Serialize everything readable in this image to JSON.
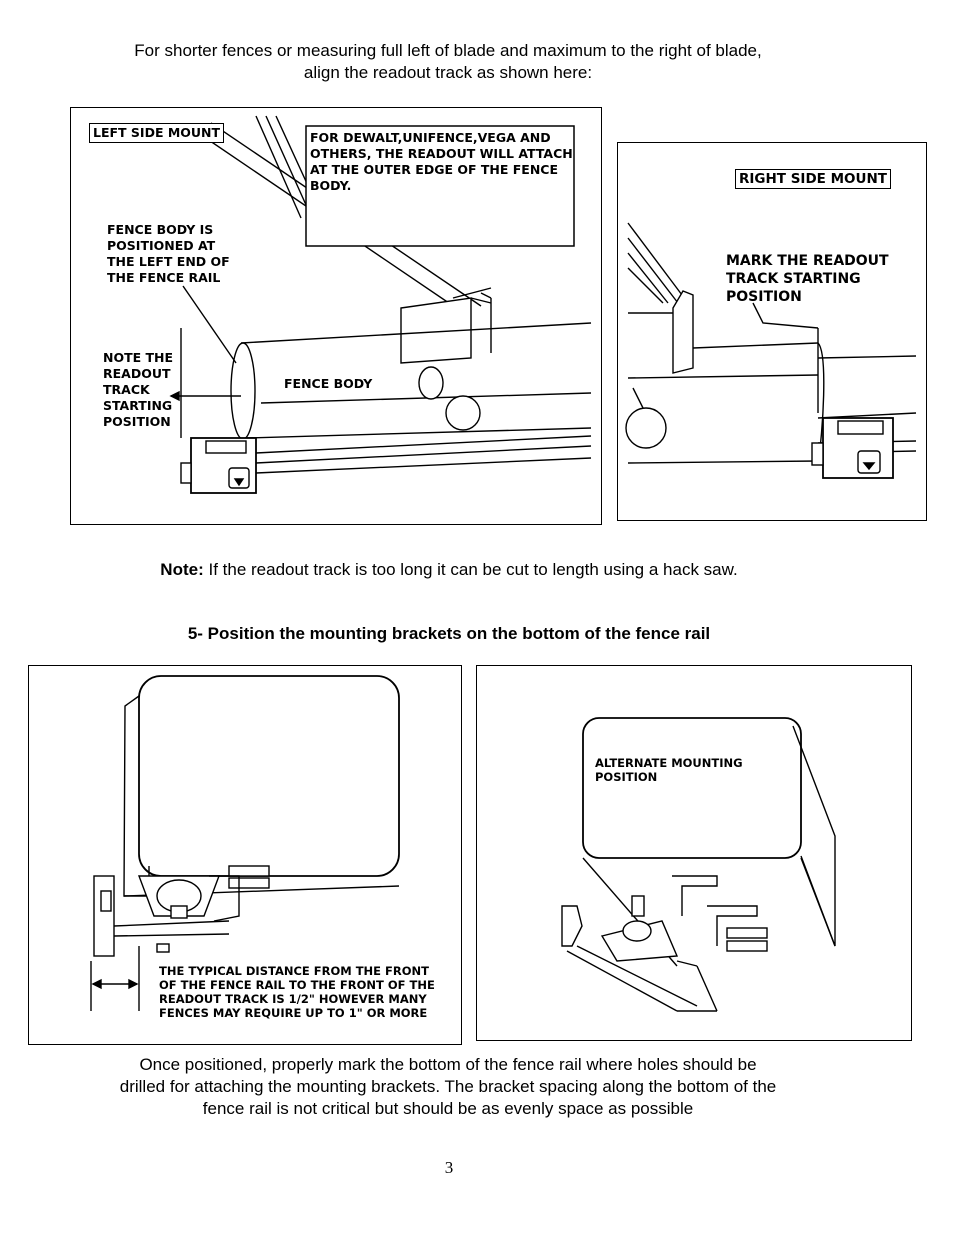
{
  "intro": {
    "line1": "For shorter fences or measuring full left of blade and maximum to the right of blade,",
    "line2": "align the readout track as shown here:"
  },
  "figure_left_mount": {
    "title": "LEFT SIDE MOUNT",
    "callout_line1": "FOR DEWALT,UNIFENCE,VEGA AND",
    "callout_line2": "OTHERS, THE READOUT WILL ATTACH",
    "callout_line3": "AT THE OUTER EDGE OF THE FENCE",
    "callout_line4": "BODY.",
    "fence_body_note_1": "FENCE BODY IS",
    "fence_body_note_2": "POSITIONED AT",
    "fence_body_note_3": "THE LEFT END OF",
    "fence_body_note_4": "THE FENCE RAIL",
    "track_note_1": "NOTE THE",
    "track_note_2": "READOUT",
    "track_note_3": "TRACK",
    "track_note_4": "STARTING",
    "track_note_5": "POSITION",
    "fence_body_label": "FENCE BODY"
  },
  "figure_right_mount": {
    "title": "RIGHT SIDE MOUNT",
    "mark_note_1": "MARK THE READOUT",
    "mark_note_2": "TRACK STARTING",
    "mark_note_3": "POSITION"
  },
  "note": {
    "label": "Note:",
    "text": " If the readout track is too long it can be cut to length using a hack saw."
  },
  "step5": {
    "heading": "5- Position the mounting brackets on the bottom of the fence rail"
  },
  "figure_bracket_distance": {
    "line1": "THE TYPICAL DISTANCE FROM THE FRONT",
    "line2": "OF THE FENCE RAIL TO THE FRONT OF THE",
    "line3": "READOUT TRACK IS 1/2\" HOWEVER MANY",
    "line4": "FENCES MAY REQUIRE UP TO 1\" OR MORE"
  },
  "figure_bracket_alternate": {
    "line1": "ALTERNATE MOUNTING",
    "line2": "POSITION"
  },
  "outro": {
    "line1": "Once positioned, properly mark the bottom of the fence rail where holes should be",
    "line2": "drilled for attaching the mounting brackets. The bracket spacing along the bottom of the",
    "line3": "fence rail is not critical but should be as evenly space as possible"
  },
  "page_number": "3"
}
